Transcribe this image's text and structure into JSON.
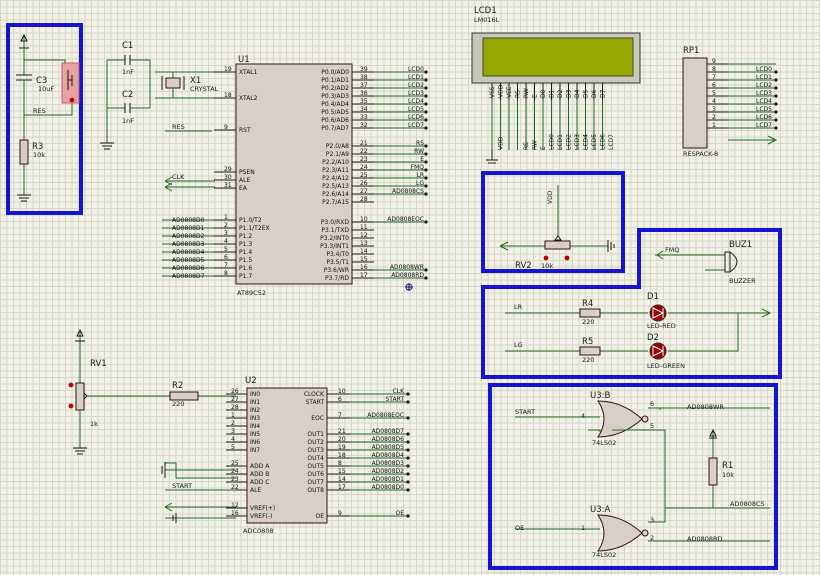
{
  "components": {
    "u1": {
      "ref": "U1",
      "part": "AT89C52",
      "left_pins": [
        {
          "num": "19",
          "name": "XTAL1"
        },
        {
          "num": "18",
          "name": "XTAL2"
        },
        {
          "num": "9",
          "name": "RST"
        },
        {
          "num": "29",
          "name": "PSEN"
        },
        {
          "num": "30",
          "name": "ALE"
        },
        {
          "num": "31",
          "name": "EA"
        },
        {
          "num": "1",
          "name": "P1.0/T2"
        },
        {
          "num": "2",
          "name": "P1.1/T2EX"
        },
        {
          "num": "3",
          "name": "P1.2"
        },
        {
          "num": "4",
          "name": "P1.3"
        },
        {
          "num": "5",
          "name": "P1.4"
        },
        {
          "num": "6",
          "name": "P1.5"
        },
        {
          "num": "7",
          "name": "P1.6"
        },
        {
          "num": "8",
          "name": "P1.7"
        }
      ],
      "right_pins": [
        {
          "num": "39",
          "name": "P0.0/AD0",
          "net": "LCD0"
        },
        {
          "num": "38",
          "name": "P0.1/AD1",
          "net": "LCD1"
        },
        {
          "num": "37",
          "name": "P0.2/AD2",
          "net": "LCD2"
        },
        {
          "num": "36",
          "name": "P0.3/AD3",
          "net": "LCD3"
        },
        {
          "num": "35",
          "name": "P0.4/AD4",
          "net": "LCD4"
        },
        {
          "num": "34",
          "name": "P0.5/AD5",
          "net": "LCD5"
        },
        {
          "num": "33",
          "name": "P0.6/AD6",
          "net": "LCD6"
        },
        {
          "num": "32",
          "name": "P0.7/AD7",
          "net": "LCD7"
        },
        {
          "num": "21",
          "name": "P2.0/A8",
          "net": "RS"
        },
        {
          "num": "22",
          "name": "P2.1/A9",
          "net": "RW"
        },
        {
          "num": "23",
          "name": "P2.2/A10",
          "net": "E"
        },
        {
          "num": "24",
          "name": "P2.3/A11",
          "net": "FMQ"
        },
        {
          "num": "25",
          "name": "P2.4/A12",
          "net": "LR"
        },
        {
          "num": "26",
          "name": "P2.5/A13",
          "net": "LG"
        },
        {
          "num": "27",
          "name": "P2.6/A14",
          "net": "AD0808CS"
        },
        {
          "num": "28",
          "name": "P2.7/A15",
          "net": ""
        },
        {
          "num": "10",
          "name": "P3.0/RXD",
          "net": "AD0808EOC"
        },
        {
          "num": "11",
          "name": "P3.1/TXD",
          "net": ""
        },
        {
          "num": "12",
          "name": "P3.2/INT0",
          "net": ""
        },
        {
          "num": "13",
          "name": "P3.3/INT1",
          "net": ""
        },
        {
          "num": "14",
          "name": "P3.4/T0",
          "net": ""
        },
        {
          "num": "15",
          "name": "P3.5/T1",
          "net": ""
        },
        {
          "num": "16",
          "name": "P3.6/WR",
          "net": "AD0808WR"
        },
        {
          "num": "17",
          "name": "P3.7/RD",
          "net": "AD0808RD"
        }
      ],
      "left_nets": [
        "RES",
        "CLK"
      ],
      "p1_nets": [
        "AD0808D0",
        "AD0808D1",
        "AD0808D2",
        "AD0808D3",
        "AD0808D4",
        "AD0808D5",
        "AD0808D6",
        "AD0808D7"
      ]
    },
    "u2": {
      "ref": "U2",
      "part": "ADC0808",
      "left_pins": [
        {
          "num": "26",
          "name": "IN0"
        },
        {
          "num": "27",
          "name": "IN1"
        },
        {
          "num": "28",
          "name": "IN2"
        },
        {
          "num": "1",
          "name": "IN3"
        },
        {
          "num": "2",
          "name": "IN4"
        },
        {
          "num": "3",
          "name": "IN5"
        },
        {
          "num": "4",
          "name": "IN6"
        },
        {
          "num": "5",
          "name": "IN7"
        },
        {
          "num": "25",
          "name": "ADD A"
        },
        {
          "num": "24",
          "name": "ADD B"
        },
        {
          "num": "23",
          "name": "ADD C"
        },
        {
          "num": "22",
          "name": "ALE"
        },
        {
          "num": "12",
          "name": "VREF(+)"
        },
        {
          "num": "16",
          "name": "VREF(-)"
        }
      ],
      "right_pins": [
        {
          "num": "10",
          "name": "CLOCK",
          "net": "CLK"
        },
        {
          "num": "6",
          "name": "START",
          "net": "START"
        },
        {
          "num": "7",
          "name": "EOC",
          "net": "AD0808EOC"
        },
        {
          "num": "21",
          "name": "OUT1",
          "net": "AD0808D7"
        },
        {
          "num": "20",
          "name": "OUT2",
          "net": "AD0808D6"
        },
        {
          "num": "19",
          "name": "OUT3",
          "net": "AD0808D5"
        },
        {
          "num": "18",
          "name": "OUT4",
          "net": "AD0808D4"
        },
        {
          "num": "8",
          "name": "OUT5",
          "net": "AD0808D3"
        },
        {
          "num": "15",
          "name": "OUT6",
          "net": "AD0808D2"
        },
        {
          "num": "14",
          "name": "OUT7",
          "net": "AD0808D1"
        },
        {
          "num": "17",
          "name": "OUT8",
          "net": "AD0808D0"
        },
        {
          "num": "9",
          "name": "OE",
          "net": "OE"
        }
      ],
      "left_nets": [
        "START"
      ]
    },
    "c1": {
      "ref": "C1",
      "value": "1nF"
    },
    "c2": {
      "ref": "C2",
      "value": "1nF"
    },
    "c3": {
      "ref": "C3",
      "value": "10uF"
    },
    "x1": {
      "ref": "X1",
      "value": "CRYSTAL"
    },
    "r1": {
      "ref": "R1",
      "value": "10k"
    },
    "r2": {
      "ref": "R2",
      "value": "220"
    },
    "r3": {
      "ref": "R3",
      "value": "10k"
    },
    "r4": {
      "ref": "R4",
      "value": "220"
    },
    "r5": {
      "ref": "R5",
      "value": "220"
    },
    "rv1": {
      "ref": "RV1",
      "value": "1k"
    },
    "rv2": {
      "ref": "RV2",
      "value": "10k",
      "net": "VDD"
    },
    "d1": {
      "ref": "D1",
      "value": "LED-RED",
      "net": "LR"
    },
    "d2": {
      "ref": "D2",
      "value": "LED-GREEN",
      "net": "LG"
    },
    "buz1": {
      "ref": "BUZ1",
      "value": "BUZZER",
      "net": "FMQ"
    },
    "rp1": {
      "ref": "RP1",
      "value": "RESPACK-8",
      "pins": [
        "9",
        "8",
        "7",
        "6",
        "5",
        "4",
        "3",
        "2",
        "1"
      ],
      "nets": [
        "LCD0",
        "LCD1",
        "LCD2",
        "LCD3",
        "LCD4",
        "LCD5",
        "LCD6",
        "LCD7"
      ]
    },
    "lcd1": {
      "ref": "LCD1",
      "value": "LM016L",
      "pins": [
        "VSS",
        "VDD",
        "VEE",
        "RS",
        "RW",
        "E",
        "D0",
        "D1",
        "D2",
        "D3",
        "D4",
        "D5",
        "D6",
        "D7"
      ],
      "nets": [
        "VDD",
        "RS",
        "RW",
        "E",
        "LCD0",
        "LCD1",
        "LCD2",
        "LCD3",
        "LCD4",
        "LCD5",
        "LCD6",
        "LCD7"
      ]
    },
    "u3b": {
      "ref": "U3:B",
      "value": "74LS02",
      "in_a": "4",
      "in_b": "5",
      "out": "6",
      "in_net": "START",
      "out_net": "AD0808WR"
    },
    "u3a": {
      "ref": "U3:A",
      "value": "74LS02",
      "in_a": "1",
      "in_b": "2",
      "out": "3",
      "in_net": "OE",
      "out_net": "AD0808RD",
      "cs_net": "AD0808CS"
    },
    "c3net": {
      "net": "RES"
    }
  }
}
